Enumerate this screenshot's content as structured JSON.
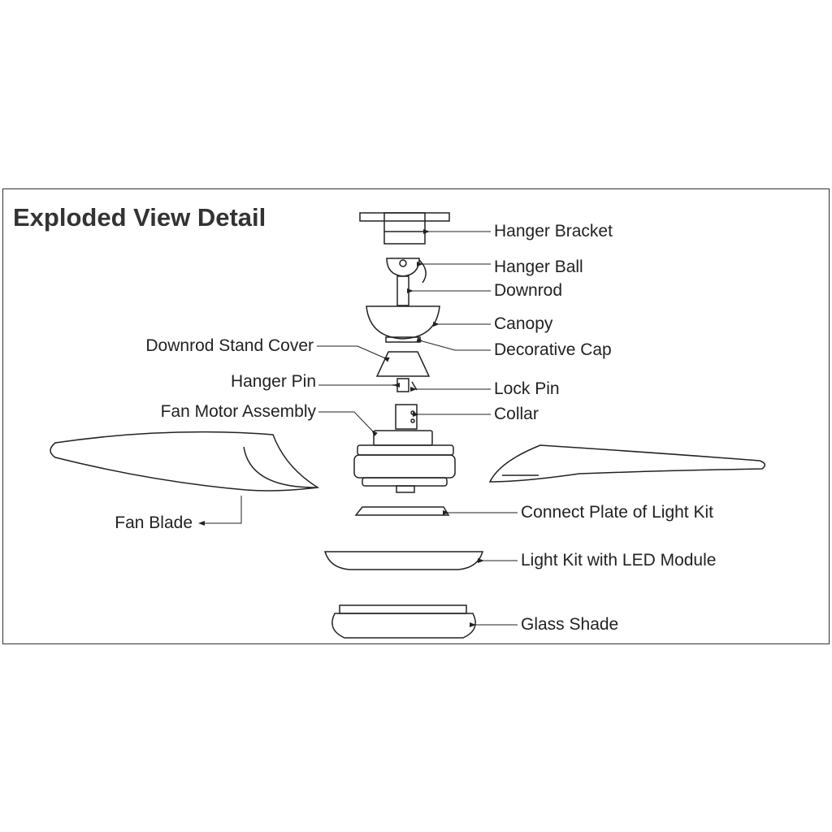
{
  "title": "Exploded View Detail",
  "labels": {
    "hanger_bracket": "Hanger Bracket",
    "hanger_ball": "Hanger Ball",
    "downrod": "Downrod",
    "canopy": "Canopy",
    "decorative_cap": "Decorative Cap",
    "downrod_stand_cover": "Downrod Stand Cover",
    "hanger_pin": "Hanger Pin",
    "lock_pin": "Lock Pin",
    "collar": "Collar",
    "fan_motor_assembly": "Fan Motor Assembly",
    "fan_blade": "Fan Blade",
    "connect_plate": "Connect Plate of Light Kit",
    "light_kit": "Light Kit with LED Module",
    "glass_shade": "Glass Shade"
  }
}
